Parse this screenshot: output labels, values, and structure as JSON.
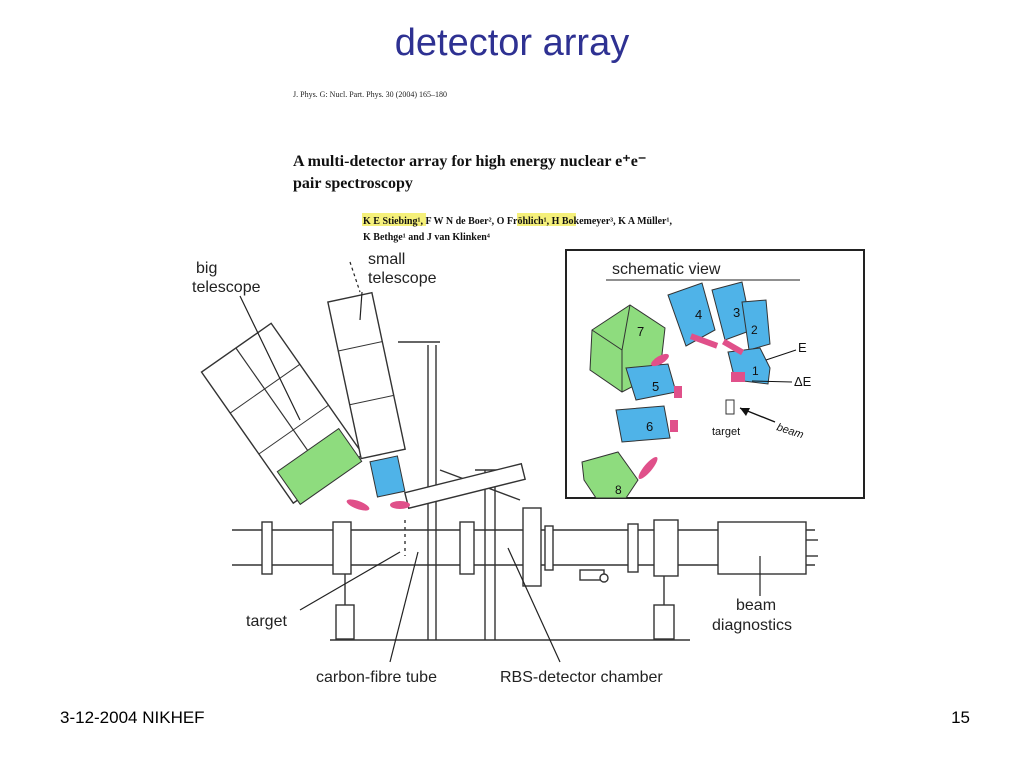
{
  "slide": {
    "title": "detector array",
    "footer_left": "3-12-2004 NIKHEF",
    "page_number": "15"
  },
  "paper": {
    "citation": "J. Phys. G: Nucl. Part. Phys. 30 (2004) 165–180",
    "title_line1": "A multi-detector array for high energy nuclear e⁺e⁻",
    "title_line2": "pair spectroscopy",
    "authors_line1": [
      {
        "text": "K E Stiebing¹",
        "highlight": true
      },
      {
        "text": ", F W N de Boer², ",
        "highlight": false
      },
      {
        "text": "O Fröhlich¹",
        "highlight": true
      },
      {
        "text": ", H Bokemeyer³, K A Müller¹,",
        "highlight": false
      }
    ],
    "authors_line2": "K Bethge¹ and J van Klinken⁴"
  },
  "diagram": {
    "labels": {
      "big_telescope_1": "big",
      "big_telescope_2": "telescope",
      "small_telescope_1": "small",
      "small_telescope_2": "telescope",
      "target": "target",
      "carbon_tube": "carbon-fibre tube",
      "rbs_chamber": "RBS-detector chamber",
      "beam_diag_1": "beam",
      "beam_diag_2": "diagnostics"
    },
    "schematic": {
      "title": "schematic  view",
      "detectors": [
        "1",
        "2",
        "3",
        "4",
        "5",
        "6",
        "7",
        "8"
      ],
      "label_E": "E",
      "label_dE": "ΔE",
      "label_target": "target",
      "label_beam": "beam"
    },
    "colors": {
      "title_blue": "#2E3192",
      "detector_blue": "#4FB3E8",
      "detector_green": "#8EDC7E",
      "pink": "#E0508A",
      "highlight_yellow": "#F5F07A"
    }
  }
}
